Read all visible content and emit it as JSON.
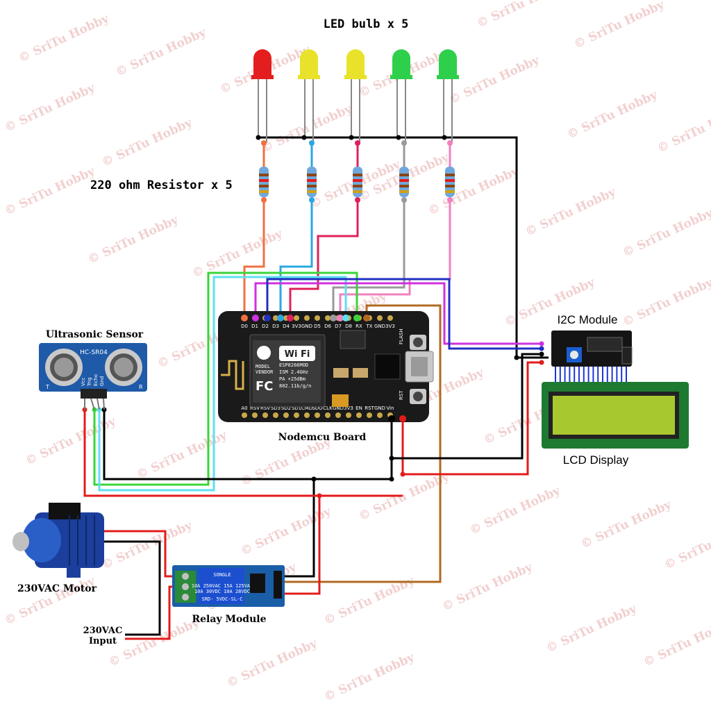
{
  "labels": {
    "led_title": "LED bulb x 5",
    "resistor_title": "220 ohm Resistor x 5",
    "ultrasonic": "Ultrasonic Sensor",
    "nodemcu": "Nodemcu Board",
    "i2c": "I2C Module",
    "lcd": "LCD Display",
    "motor": "230VAC Motor",
    "relay": "Relay Module",
    "input_line1": "230VAC",
    "input_line2": "Input"
  },
  "watermark": "© SriTu Hobby",
  "led_colors": [
    "#e41e1e",
    "#e8e22a",
    "#e8e22a",
    "#2ed04b",
    "#2ed04b"
  ],
  "wire_colors": [
    "#f07040",
    "#2aa7e0",
    "#e0205a",
    "#9a9a9a",
    "#f080c0"
  ],
  "hcsr04": {
    "model": "HC-SR04",
    "pins": [
      "Vcc",
      "Trig",
      "Echo",
      "Gnd"
    ],
    "side_left": "T",
    "side_right": "R"
  },
  "nodemcu_board": {
    "top_pins": [
      "D0",
      "D1",
      "D2",
      "D3",
      "D4",
      "3V3",
      "GND",
      "D5",
      "D6",
      "D7",
      "D8",
      "RX",
      "TX",
      "GND",
      "3V3"
    ],
    "bottom_pins": [
      "A0",
      "RSV",
      "RSV",
      "SD3",
      "SD2",
      "SD1",
      "CMD",
      "SDO",
      "CLK",
      "GND",
      "3V3",
      "EN",
      "RST",
      "GND",
      "Vin"
    ],
    "wifi_text": "Wi Fi",
    "chip_lines": [
      "MODEL",
      "VENDOR",
      "ESP8266MOD",
      "ISM 2.4GHz",
      "PA  +25dBm",
      "802.11b/g/n"
    ],
    "fc_mark": "FC",
    "flash_label": "FLASH",
    "rst_label": "RST"
  },
  "relay_board": {
    "brand": "SONGLE",
    "part": "SRD- 5VDC-SL-C",
    "rating_lines": [
      "10A 250VAC  15A 125VAC",
      "10A 30VDC   10A 28VDC"
    ]
  }
}
